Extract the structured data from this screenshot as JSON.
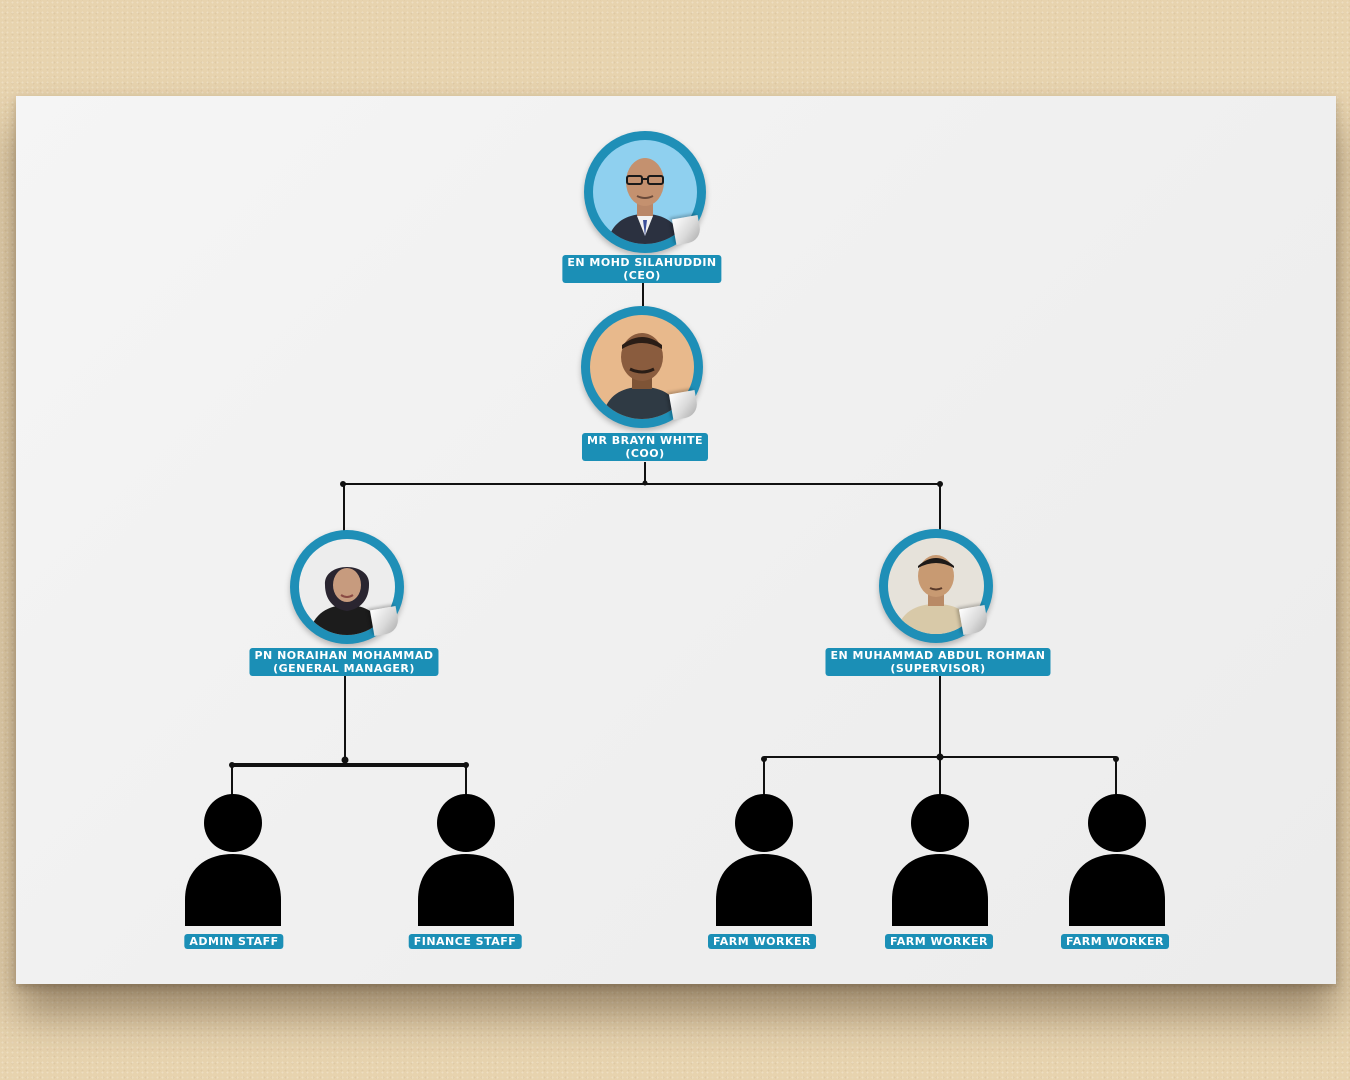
{
  "org_chart": {
    "ceo": {
      "name": "EN MOHD SILAHUDDIN",
      "role": "(CEO)"
    },
    "coo": {
      "name": "MR BRAYN WHITE",
      "role": "(COO)"
    },
    "general_manager": {
      "name": "PN NORAIHAN MOHAMMAD",
      "role": "(GENERAL MANAGER)"
    },
    "supervisor": {
      "name": "EN MUHAMMAD ABDUL ROHMAN",
      "role": "(SUPERVISOR)"
    },
    "staff": [
      {
        "label": "ADMIN STAFF"
      },
      {
        "label": "FINANCE STAFF"
      },
      {
        "label": "FARM WORKER"
      },
      {
        "label": "FARM WORKER"
      },
      {
        "label": "FARM WORKER"
      }
    ]
  },
  "colors": {
    "accent": "#1b8fb6",
    "line": "#111111",
    "silhouette": "#000000"
  },
  "icons": {
    "staff": "person-silhouette-icon"
  }
}
